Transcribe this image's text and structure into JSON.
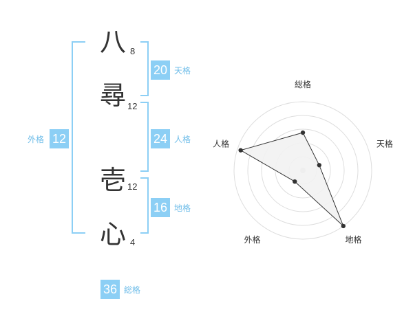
{
  "name": {
    "chars": [
      {
        "char": "八",
        "strokes": "8"
      },
      {
        "char": "尋",
        "strokes": "12"
      },
      {
        "char": "壱",
        "strokes": "12"
      },
      {
        "char": "心",
        "strokes": "4"
      }
    ]
  },
  "fortunes": {
    "tenkaku": {
      "value": "20",
      "label": "天格"
    },
    "jinkaku": {
      "value": "24",
      "label": "人格"
    },
    "chikaku": {
      "value": "16",
      "label": "地格"
    },
    "gaikaku": {
      "value": "12",
      "label": "外格"
    },
    "soukaku": {
      "value": "36",
      "label": "総格"
    }
  },
  "radar": {
    "axes": [
      "総格",
      "天格",
      "地格",
      "外格",
      "人格"
    ],
    "values": [
      0.55,
      0.25,
      1.0,
      0.2,
      0.95
    ],
    "max": 1.0,
    "fill_color": "#f2f2f2",
    "line_color": "#333333",
    "grid_color": "#dddddd"
  },
  "colors": {
    "accent": "#8ccff5",
    "accent_text": "#6fbde9"
  }
}
